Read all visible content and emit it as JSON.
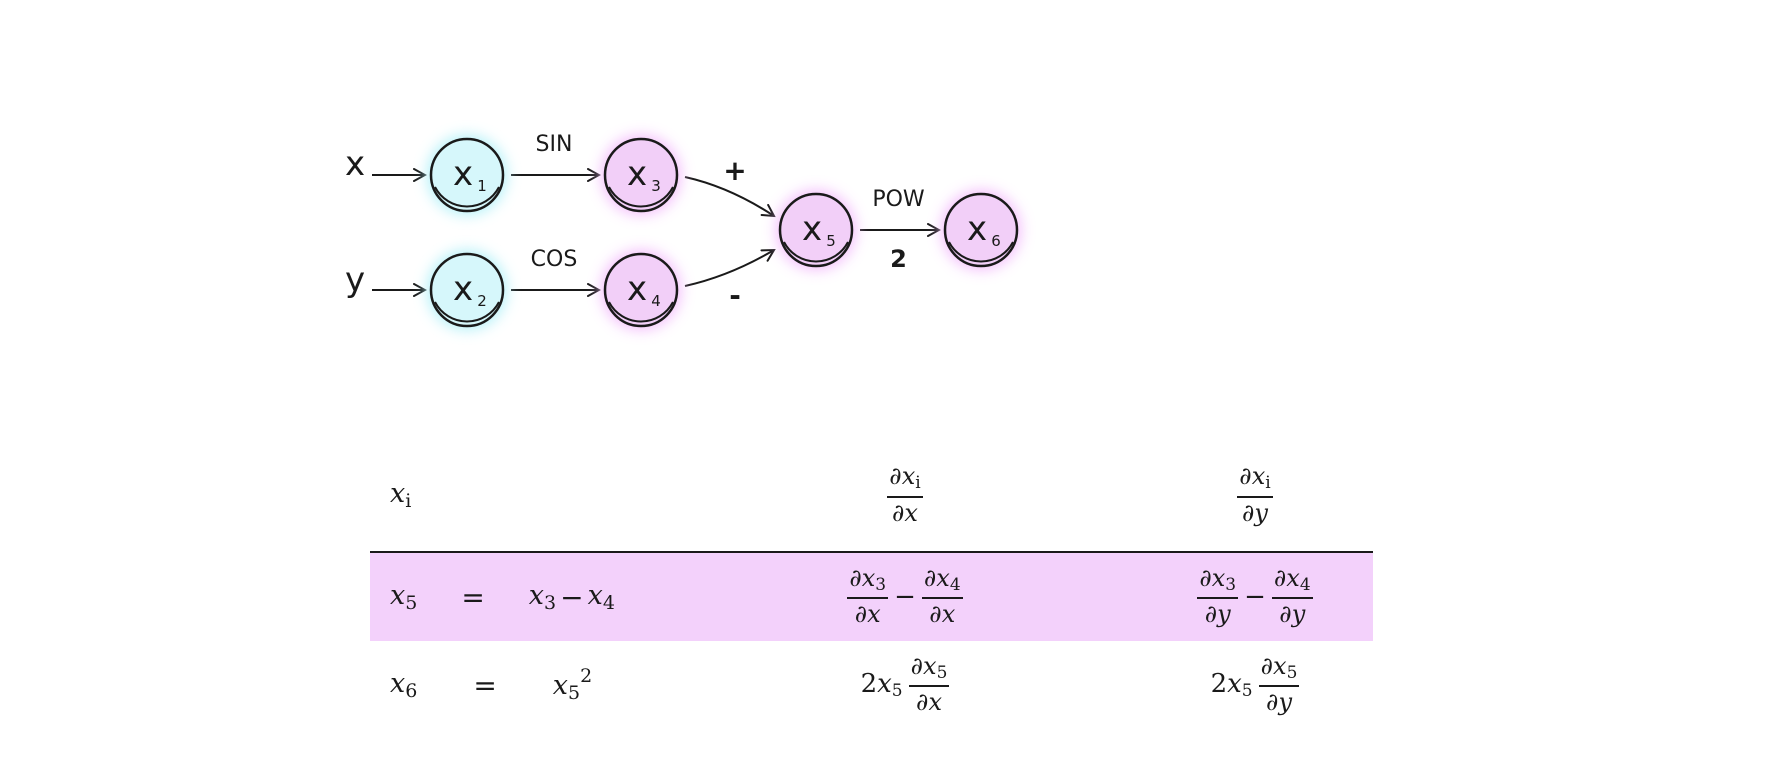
{
  "graph": {
    "inputs": [
      {
        "id": "in-x",
        "label": "x",
        "target": "x1"
      },
      {
        "id": "in-y",
        "label": "y",
        "target": "x2"
      }
    ],
    "nodes": [
      {
        "id": "x1",
        "var": "x",
        "sub": "1",
        "kind": "input",
        "fill": "#d6f7fb",
        "glow": "#aef0f8"
      },
      {
        "id": "x2",
        "var": "x",
        "sub": "2",
        "kind": "input",
        "fill": "#d6f7fb",
        "glow": "#aef0f8"
      },
      {
        "id": "x3",
        "var": "x",
        "sub": "3",
        "kind": "intermediate",
        "fill": "#f2cff8",
        "glow": "#f3b8fb"
      },
      {
        "id": "x4",
        "var": "x",
        "sub": "4",
        "kind": "intermediate",
        "fill": "#f2cff8",
        "glow": "#f3b8fb"
      },
      {
        "id": "x5",
        "var": "x",
        "sub": "5",
        "kind": "intermediate",
        "fill": "#f2cff8",
        "glow": "#f3b8fb"
      },
      {
        "id": "x6",
        "var": "x",
        "sub": "6",
        "kind": "output",
        "fill": "#f2cff8",
        "glow": "#f3b8fb"
      }
    ],
    "edges": [
      {
        "from": "x1",
        "to": "x3",
        "label": "SIN"
      },
      {
        "from": "x2",
        "to": "x4",
        "label": "COS"
      },
      {
        "from": "x3",
        "to": "x5",
        "label": "+"
      },
      {
        "from": "x4",
        "to": "x5",
        "label": "-"
      },
      {
        "from": "x5",
        "to": "x6",
        "label": "POW",
        "sublabel": "2"
      }
    ]
  },
  "table": {
    "header": {
      "col1": {
        "var": "x",
        "sub": "i"
      },
      "col2": {
        "num": "∂x",
        "num_sub": "i",
        "den": "∂x"
      },
      "col3": {
        "num": "∂x",
        "num_sub": "i",
        "den": "∂y"
      }
    },
    "rows": [
      {
        "highlight": true,
        "lhs": {
          "var": "x",
          "sub": "5"
        },
        "eq": "=",
        "rhs": {
          "a": "x",
          "a_sub": "3",
          "op": "−",
          "b": "x",
          "b_sub": "4"
        },
        "dx": {
          "t1_num": "∂x",
          "t1_sub": "3",
          "t1_den": "∂x",
          "op": "−",
          "t2_num": "∂x",
          "t2_sub": "4",
          "t2_den": "∂x"
        },
        "dy": {
          "t1_num": "∂x",
          "t1_sub": "3",
          "t1_den": "∂y",
          "op": "−",
          "t2_num": "∂x",
          "t2_sub": "4",
          "t2_den": "∂y"
        }
      },
      {
        "highlight": false,
        "lhs": {
          "var": "x",
          "sub": "6"
        },
        "eq": "=",
        "rhs": {
          "base": "x",
          "base_sub": "5",
          "exp": "2"
        },
        "dx": {
          "coef_n": "2",
          "coef_var": "x",
          "coef_sub": "5",
          "num": "∂x",
          "num_sub": "5",
          "den": "∂x"
        },
        "dy": {
          "coef_n": "2",
          "coef_var": "x",
          "coef_sub": "5",
          "num": "∂x",
          "num_sub": "5",
          "den": "∂y"
        }
      }
    ]
  }
}
